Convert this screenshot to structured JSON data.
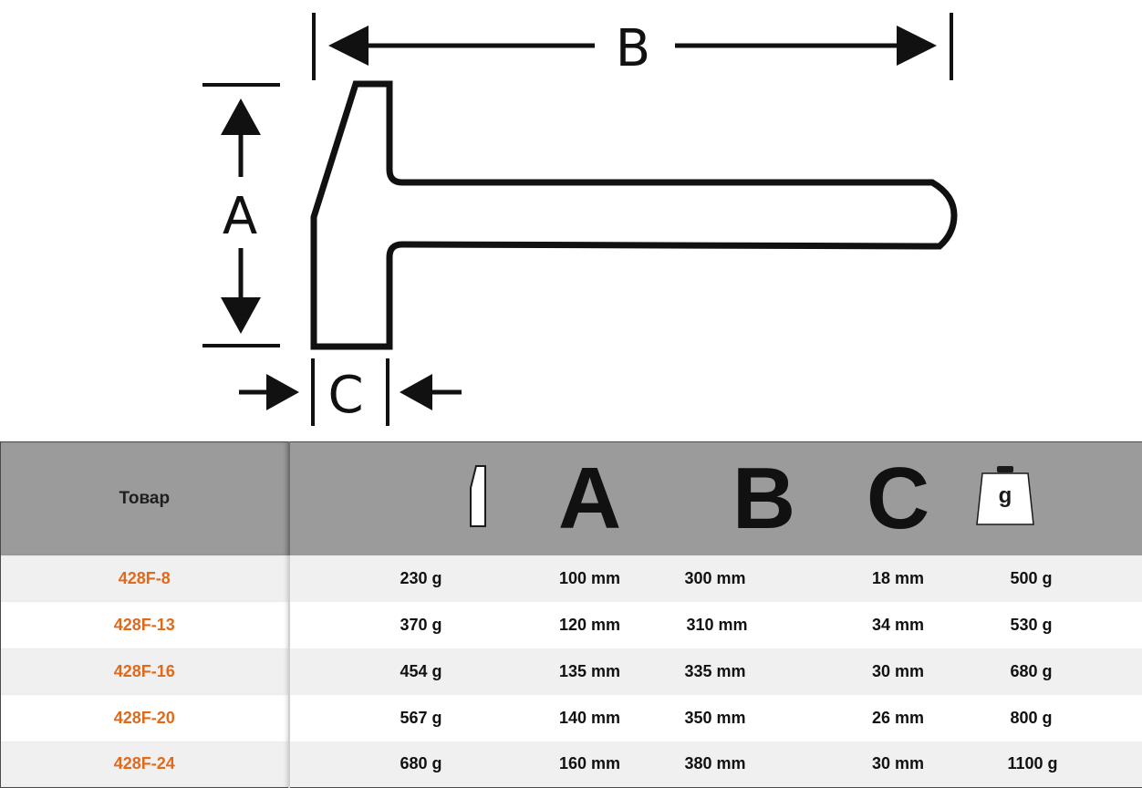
{
  "diagram": {
    "label_a": "A",
    "label_b": "B",
    "label_c": "C"
  },
  "table": {
    "product_header": "Товар",
    "icon_headers": {
      "head_icon": "hammer-head-shape-icon",
      "a": "A",
      "b": "B",
      "c": "C",
      "weight": "g"
    },
    "rows": [
      {
        "product": "428F-8",
        "head_weight": "230 g",
        "a": "100 mm",
        "b": "300 mm",
        "c": "18 mm",
        "total_weight": "500 g"
      },
      {
        "product": "428F-13",
        "head_weight": "370 g",
        "a": "120 mm",
        "b": "310 mm",
        "c": "34 mm",
        "total_weight": "530 g"
      },
      {
        "product": "428F-16",
        "head_weight": "454 g",
        "a": "135 mm",
        "b": "335 mm",
        "c": "30 mm",
        "total_weight": "680 g"
      },
      {
        "product": "428F-20",
        "head_weight": "567 g",
        "a": "140 mm",
        "b": "350 mm",
        "c": "26 mm",
        "total_weight": "800 g"
      },
      {
        "product": "428F-24",
        "head_weight": "680 g",
        "a": "160 mm",
        "b": "380 mm",
        "c": "30 mm",
        "total_weight": "1100 g"
      }
    ]
  },
  "colors": {
    "product_text": "#e06a1c",
    "header_bg": "#9b9b9b",
    "row_alt_bg": "#f0f0f0"
  }
}
